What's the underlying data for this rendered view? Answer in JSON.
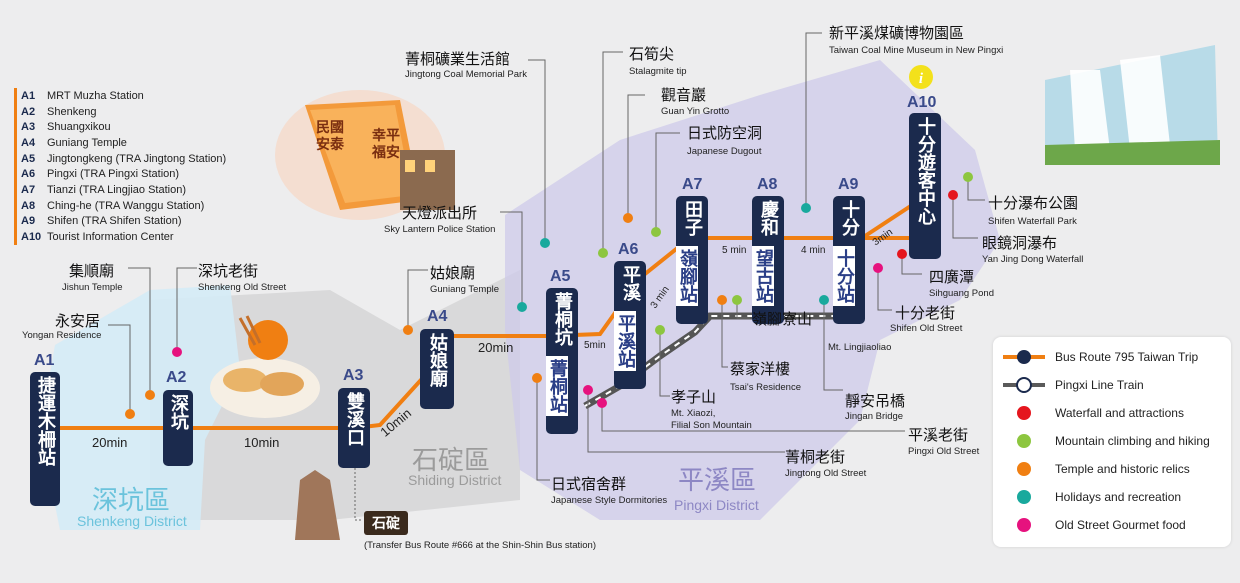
{
  "legend": [
    {
      "code": "A1",
      "name": "MRT Muzha Station"
    },
    {
      "code": "A2",
      "name": "Shenkeng"
    },
    {
      "code": "A3",
      "name": "Shuangxikou"
    },
    {
      "code": "A4",
      "name": "Guniang Temple"
    },
    {
      "code": "A5",
      "name": "Jingtongkeng (TRA Jingtong Station)"
    },
    {
      "code": "A6",
      "name": "Pingxi (TRA Pingxi Station)"
    },
    {
      "code": "A7",
      "name": "Tianzi (TRA Lingjiao Station)"
    },
    {
      "code": "A8",
      "name": "Ching-he (TRA Wanggu Station)"
    },
    {
      "code": "A9",
      "name": "Shifen (TRA Shifen Station)"
    },
    {
      "code": "A10",
      "name": "Tourist Information Center"
    }
  ],
  "key": [
    {
      "icon": "bus-route-icon",
      "label": "Bus Route 795 Taiwan Trip",
      "color": "#f07f12"
    },
    {
      "icon": "train-line-icon",
      "label": "Pingxi Line Train",
      "color": "#5a5a5a"
    },
    {
      "icon": "red-dot-icon",
      "label": "Waterfall and attractions",
      "color": "#e5161e"
    },
    {
      "icon": "green-dot-icon",
      "label": "Mountain climbing and hiking",
      "color": "#8dc63f"
    },
    {
      "icon": "orange-dot-icon",
      "label": "Temple and historic relics",
      "color": "#f07f12"
    },
    {
      "icon": "teal-dot-icon",
      "label": "Holidays and recreation",
      "color": "#19a99d"
    },
    {
      "icon": "pink-dot-icon",
      "label": "Old Street Gourmet food",
      "color": "#e6127e"
    }
  ],
  "stations": {
    "a1": {
      "code": "A1",
      "zh": "捷運木柵站"
    },
    "a2": {
      "code": "A2",
      "zh": "深坑"
    },
    "a3": {
      "code": "A3",
      "zh": "雙溪口"
    },
    "a4": {
      "code": "A4",
      "zh": "姑娘廟"
    },
    "a5": {
      "code": "A5",
      "zh": "菁桐坑",
      "sub": "菁桐站"
    },
    "a6": {
      "code": "A6",
      "zh": "平溪",
      "sub": "平溪站"
    },
    "a7": {
      "code": "A7",
      "zh": "田子",
      "sub": "嶺腳站"
    },
    "a8": {
      "code": "A8",
      "zh": "慶和",
      "sub": "望古站"
    },
    "a9": {
      "code": "A9",
      "zh": "十分",
      "sub": "十分站"
    },
    "a10": {
      "code": "A10",
      "zh": "十分遊客中心"
    }
  },
  "segments": {
    "s1": "20min",
    "s2": "10min",
    "s3": "10min",
    "s4": "20min",
    "s5": "5min",
    "s6": "3 min",
    "s7": "5 min",
    "s8": "4 min",
    "s9": "3min"
  },
  "districts": {
    "shenkeng_zh": "深坑區",
    "shenkeng_en": "Shenkeng District",
    "shiding_zh": "石碇區",
    "shiding_en": "Shiding District",
    "pingxi_zh": "平溪區",
    "pingxi_en": "Pingxi District"
  },
  "pois": {
    "jishun": {
      "zh": "集順廟",
      "en": "Jishun Temple"
    },
    "shenkeng_old": {
      "zh": "深坑老街",
      "en": "Shenkeng Old Street"
    },
    "yongan": {
      "zh": "永安居",
      "en": "Yongan Residence"
    },
    "guniang": {
      "zh": "姑娘廟",
      "en": "Guniang Temple"
    },
    "coal_park": {
      "zh": "菁桐礦業生活館",
      "en": "Jingtong Coal Memorial Park"
    },
    "police": {
      "zh": "天燈派出所",
      "en": "Sky Lantern Police Station"
    },
    "stalagmite": {
      "zh": "石筍尖",
      "en": "Stalagmite tip"
    },
    "guanyin": {
      "zh": "觀音巖",
      "en": "Guan Yin Grotto"
    },
    "dugout": {
      "zh": "日式防空洞",
      "en": "Japanese Dugout"
    },
    "coal_museum": {
      "zh": "新平溪煤礦博物園區",
      "en": "Taiwan Coal Mine Museum in New Pingxi"
    },
    "shifen_falls": {
      "zh": "十分瀑布公園",
      "en": "Shifen Waterfall Park"
    },
    "yanjing": {
      "zh": "眼鏡洞瀑布",
      "en": "Yan Jing Dong Waterfall"
    },
    "sihguang": {
      "zh": "四廣潭",
      "en": "Sihguang Pond"
    },
    "shifen_old": {
      "zh": "十分老街",
      "en": "Shifen Old Street"
    },
    "lingjiaoliao": {
      "zh": "嶺腳寮山",
      "en": "Mt. Lingjiaoliao"
    },
    "tsai": {
      "zh": "蔡家洋樓",
      "en": "Tsai's Residence"
    },
    "jingan": {
      "zh": "靜安吊橋",
      "en": "Jingan Bridge"
    },
    "xiaozi": {
      "zh": "孝子山",
      "en": "Mt. Xiaozi,",
      "en2": "Filial Son Mountain"
    },
    "pingxi_old": {
      "zh": "平溪老街",
      "en": "Pingxi Old Street"
    },
    "jingtong_old": {
      "zh": "菁桐老街",
      "en": "Jingtong Old Street"
    },
    "dorms": {
      "zh": "日式宿舍群",
      "en": "Japanese Style Dormitories"
    }
  },
  "shiding_box": {
    "zh": "石碇",
    "note": "(Transfer Bus Route #666 at the Shin-Shin Bus station)"
  },
  "lantern": {
    "chars": [
      "民",
      "國",
      "安",
      "泰",
      "幸",
      "福",
      "平",
      "安"
    ]
  },
  "colors": {
    "route": "#f07f12",
    "station": "#1b2a4d",
    "code": "#3a4a8a",
    "train": "#555555",
    "pingxi_zone": "#c9c6e6",
    "shenkeng_zone": "#d6ecf5",
    "shiding_zone": "#d7d7d7"
  }
}
